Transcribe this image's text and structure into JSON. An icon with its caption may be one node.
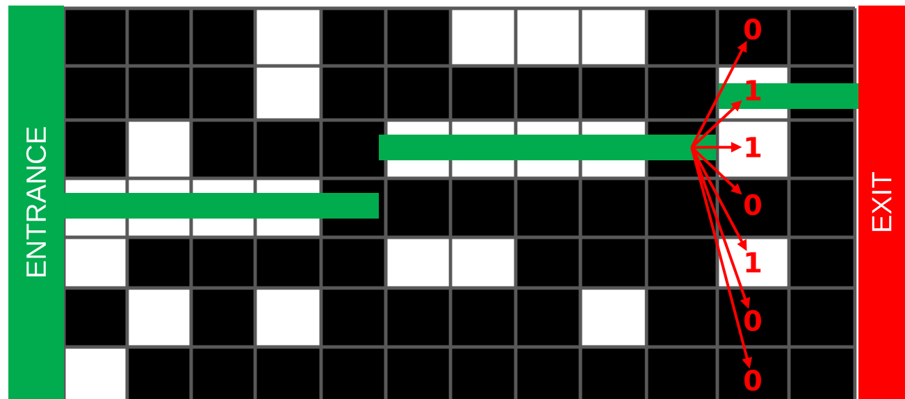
{
  "diagram": {
    "nodes": [
      {
        "text": [
          "ENTRANCE"
        ]
      },
      {
        "text": [],
        "shape": "bar"
      },
      {
        "text": [],
        "shape": "bar"
      },
      {
        "text": [],
        "shape": "bar"
      },
      {
        "text": [
          "0"
        ]
      },
      {
        "text": [
          "1"
        ]
      },
      {
        "text": [
          "1"
        ]
      },
      {
        "text": [
          "0"
        ]
      },
      {
        "text": [
          "1"
        ]
      },
      {
        "text": [
          "0"
        ]
      },
      {
        "text": [
          "0"
        ]
      },
      {
        "text": [
          "EXIT"
        ]
      }
    ],
    "edges": [
      {
        "from": 2,
        "to": 4,
        "arrow": "to"
      },
      {
        "from": 2,
        "to": 5,
        "arrow": "to"
      },
      {
        "from": 2,
        "to": 6,
        "arrow": "to"
      },
      {
        "from": 2,
        "to": 7,
        "arrow": "to"
      },
      {
        "from": 2,
        "to": 8,
        "arrow": "to"
      },
      {
        "from": 2,
        "to": 9,
        "arrow": "to"
      },
      {
        "from": 2,
        "to": 10,
        "arrow": "to"
      }
    ]
  }
}
